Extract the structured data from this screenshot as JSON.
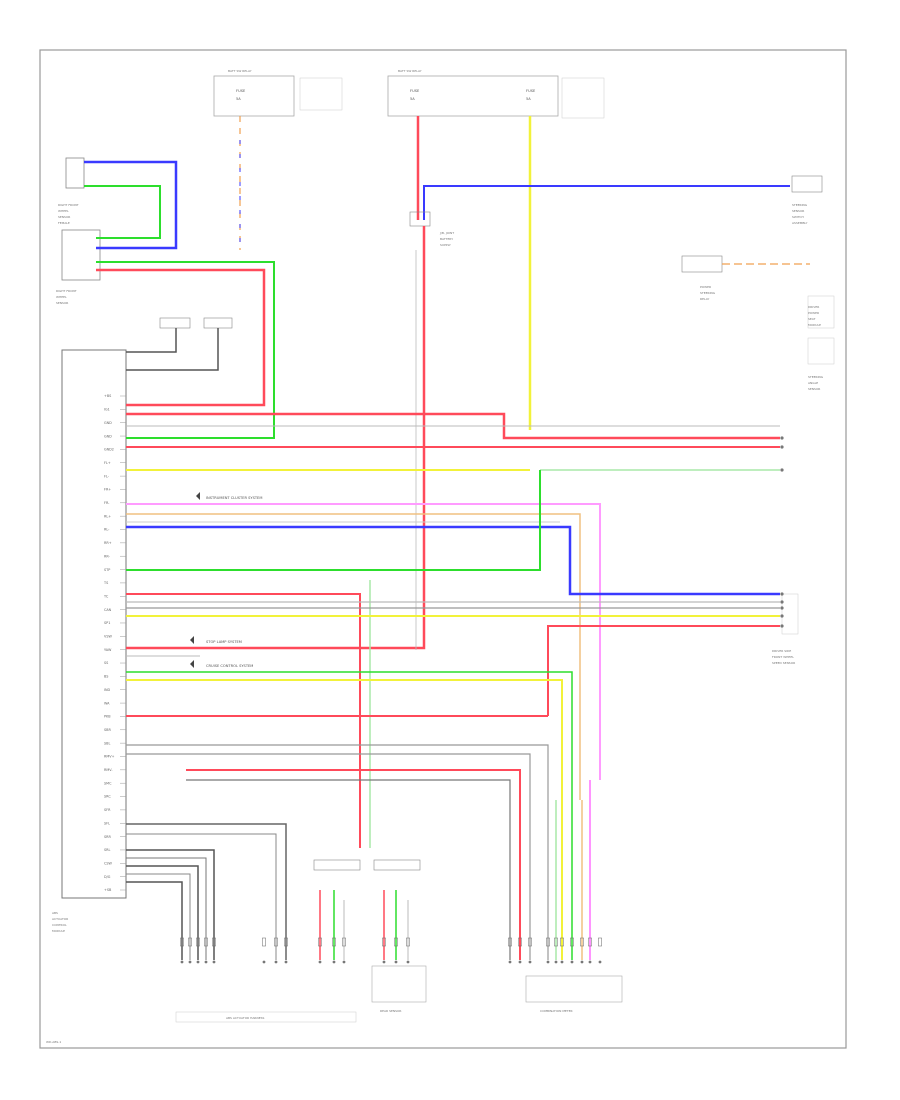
{
  "diagram": {
    "footer_code": "WD-ABS-1",
    "colors": {
      "wire_red": "#ff4a5a",
      "wire_pink": "#ff9bb0",
      "wire_green": "#2dde2d",
      "wire_lightgreen": "#a8e8a8",
      "wire_blue": "#3a3aff",
      "wire_violet": "#a06adf",
      "wire_magenta": "#ff70ff",
      "wire_yellow": "#f2f23a",
      "wire_orange": "#f0a050",
      "wire_gray": "#9a9a9a",
      "wire_black": "#333333",
      "frame": "#9a9a9a"
    },
    "fuse_boxes": [
      {
        "id": "fuse-left",
        "header": "BATT SW RELAY",
        "lines": [
          "FUSE",
          "5A"
        ]
      },
      {
        "id": "fuse-center",
        "header": "BATT SW RELAY",
        "lines": [
          "FUSE",
          "5A",
          "FUSE",
          "5A"
        ]
      }
    ],
    "components": [
      {
        "id": "left-upper-sensor",
        "lines": [
          "RIGHT FRONT",
          "WHEEL",
          "SENSOR",
          "FEMALE"
        ]
      },
      {
        "id": "left-lower-sensor",
        "lines": [
          "RIGHT FRONT",
          "WHEEL",
          "SENSOR"
        ]
      },
      {
        "id": "splice-center",
        "lines": [
          "J/B, JOINT",
          "BATTERY",
          "SUPPLY"
        ]
      },
      {
        "id": "right-top-switch",
        "lines": [
          "STEERING",
          "SENSOR",
          "SWITCH",
          "ASSEMBLY"
        ]
      },
      {
        "id": "right-mid-relay",
        "lines": [
          "POWER",
          "STEERING",
          "RELAY"
        ]
      },
      {
        "id": "right-upper-module",
        "lines": [
          "DRIVER",
          "POWER",
          "SEAT",
          "MODULE"
        ]
      },
      {
        "id": "right-lower-module",
        "lines": [
          "STEERING",
          "ANGLE",
          "SENSOR"
        ]
      },
      {
        "id": "right-sensor-conn",
        "lines": [
          "DRIVER SIDE",
          "FRONT WHEEL",
          "SPEED SENSOR"
        ]
      },
      {
        "id": "main-ecu",
        "lines": [
          "ABS",
          "ACTUATOR",
          "CONTROL",
          "MODULE"
        ]
      }
    ],
    "annotations": [
      {
        "id": "note-instrument",
        "text": "INSTRUMENT CLUSTER SYSTEM"
      },
      {
        "id": "note-stop-lamp",
        "text": "STOP LAMP SYSTEM"
      },
      {
        "id": "note-cruise",
        "text": "CRUISE CONTROL SYSTEM"
      }
    ],
    "bottom_connectors": [
      {
        "id": "bottom-left-group",
        "label": "ABS ACTUATOR HARNESS"
      },
      {
        "id": "bottom-mid-group",
        "label": "REAR SENSOR"
      },
      {
        "id": "bottom-right-group",
        "label": "COMBINATION METER"
      }
    ],
    "ecu_pins": [
      "+BS",
      "IG1",
      "GND",
      "GND",
      "GND2",
      "FL+",
      "FL-",
      "FR+",
      "FR-",
      "RL+",
      "RL-",
      "RR+",
      "RR-",
      "STP",
      "TS",
      "TC",
      "CAN",
      "SP1",
      "VSW",
      "YAW",
      "SS",
      "BS",
      "IND",
      "WA",
      "PKB",
      "SBR",
      "SBL",
      "RMV+",
      "RMV-",
      "SMC",
      "SRC",
      "SFR",
      "SFL",
      "SRR",
      "SRL",
      "CSW",
      "D/G",
      "+SB"
    ]
  }
}
